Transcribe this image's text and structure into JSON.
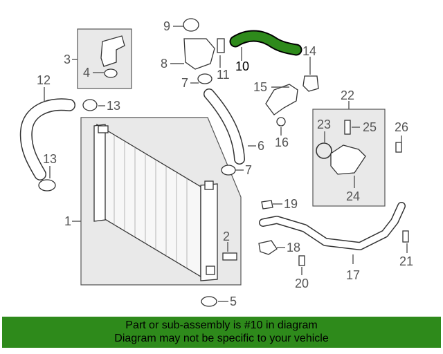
{
  "diagram": {
    "callouts": [
      "1",
      "2",
      "3",
      "4",
      "5",
      "6",
      "7",
      "7",
      "8",
      "9",
      "10",
      "11",
      "12",
      "13",
      "13",
      "14",
      "15",
      "16",
      "17",
      "18",
      "19",
      "20",
      "21",
      "22",
      "23",
      "24",
      "25",
      "26"
    ],
    "highlighted_part": "10",
    "highlight_color": "#2e8a1b"
  },
  "banner": {
    "line1": "Part or sub-assembly is #10 in diagram",
    "line2": "Diagram may not be specific to your vehicle",
    "color": "#2e8a1b"
  }
}
